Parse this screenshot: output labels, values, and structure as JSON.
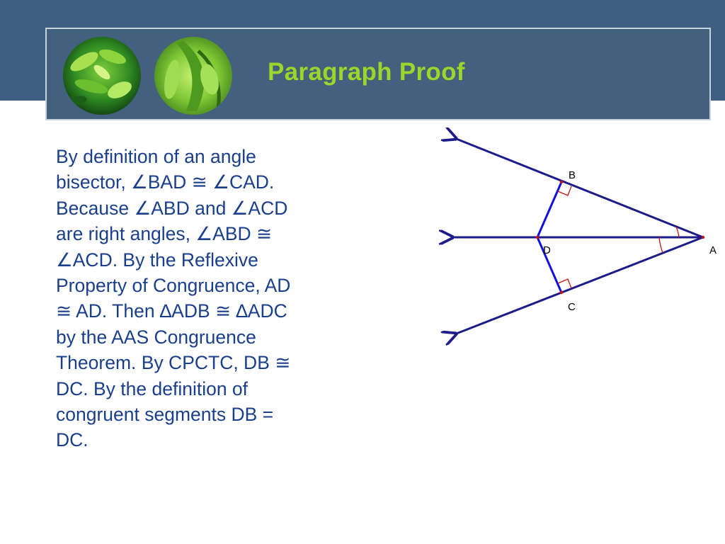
{
  "slide": {
    "title": "Paragraph Proof",
    "proof_lines": [
      "By definition of an angle",
      "bisector, ∠BAD ≅ ∠CAD.",
      "Because ∠ABD and ∠ACD",
      "are right angles, ∠ABD ≅",
      "∠ACD.  By the Reflexive",
      "Property of Congruence, AD",
      "≅ AD.  Then ∆ADB ≅ ∆ADC",
      "by the AAS Congruence",
      "Theorem.  By CPCTC, DB ≅",
      "DC.  By the definition of",
      "congruent segments DB =",
      "DC."
    ]
  },
  "figure": {
    "point_labels": {
      "a": "A",
      "b": "B",
      "c": "C",
      "d": "D"
    }
  },
  "colors": {
    "header_band": "#3f5f82",
    "title_panel": "#43607f",
    "title_text": "#9cd62a",
    "body_text": "#1a3f8c",
    "ray_color": "#1c1c8a",
    "segment_color": "#1010e0",
    "right_angle_mark": "#d01010"
  },
  "icons": [
    "leaf-photo-orb",
    "leaf-photo-orb"
  ]
}
